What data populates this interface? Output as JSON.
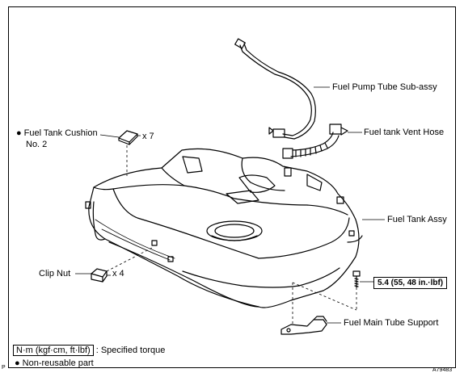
{
  "labels": {
    "fuel_pump_tube": "Fuel Pump Tube Sub-assy",
    "vent_hose": "Fuel tank Vent Hose",
    "cushion_line1": "Fuel Tank Cushion",
    "cushion_line2": "No. 2",
    "cushion_qty": "x 7",
    "fuel_tank_assy": "Fuel Tank Assy",
    "clip_nut": "Clip Nut",
    "clip_nut_qty": "x 4",
    "torque_value": "5.4 (55, 48 in.·lbf)",
    "main_tube_support": "Fuel Main Tube Support"
  },
  "legend": {
    "torque_unit": "N·m (kgf·cm, ft·lbf)",
    "torque_text": ": Specified torque",
    "nonreusable_text": "Non-reusable part",
    "bullet": "●"
  },
  "corner": {
    "left_mark": "P",
    "figure_code": "A79483"
  }
}
